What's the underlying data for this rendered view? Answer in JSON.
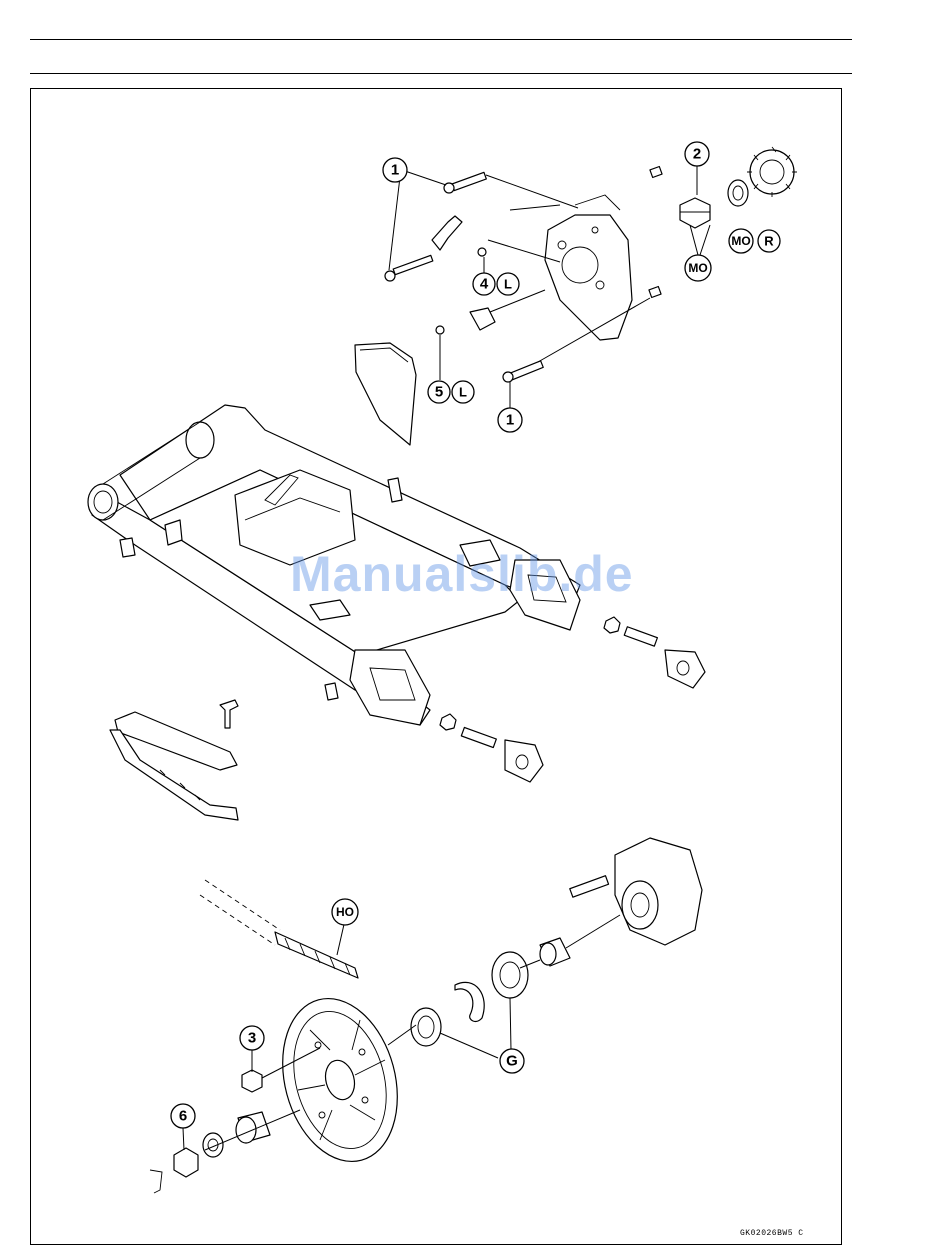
{
  "figure_code": "GK02026BW5 C",
  "watermark": "Manualslib.de",
  "callouts": {
    "c1_top": "1",
    "c1_bottom": "1",
    "c2": "2",
    "c3": "3",
    "c4": "4",
    "c5": "5",
    "c6": "6",
    "L_4": "L",
    "L_5": "L",
    "MO_2": "MO",
    "MO_R": "MO",
    "R": "R",
    "HO": "HO",
    "G": "G"
  }
}
